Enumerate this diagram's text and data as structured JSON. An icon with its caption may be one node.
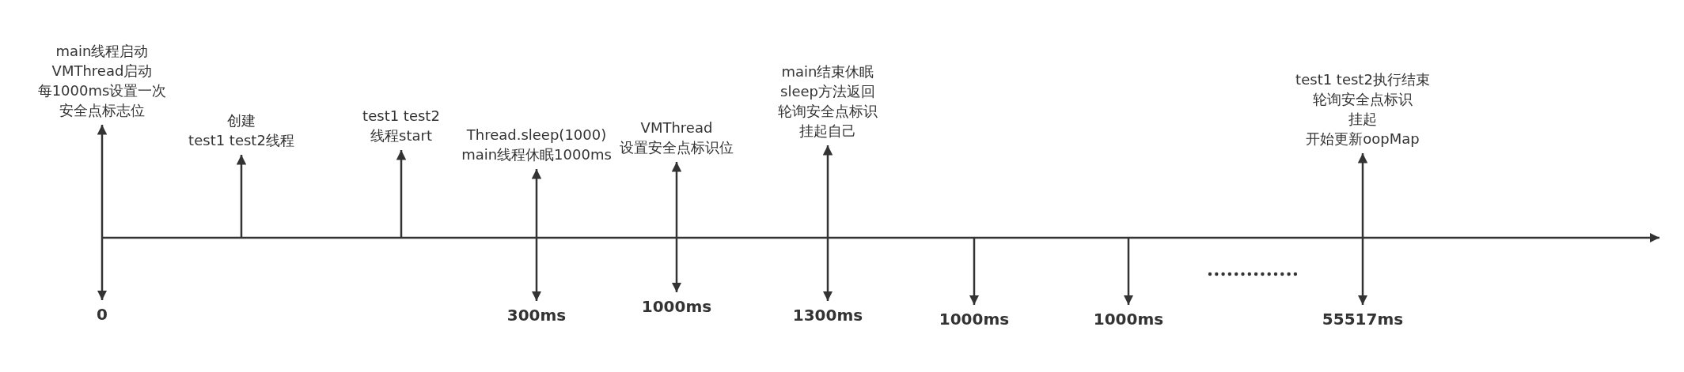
{
  "diagram": {
    "nodes": [
      {
        "text": [
          "main线程启动",
          "VMThread启动",
          "每1000ms设置一次",
          "安全点标志位"
        ]
      },
      {
        "text": [
          "创建",
          "test1 test2线程"
        ]
      },
      {
        "text": [
          "test1 test2",
          "线程start"
        ]
      },
      {
        "text": [
          "Thread.sleep(1000)",
          "main线程休眠1000ms"
        ]
      },
      {
        "text": [
          "VMThread",
          "设置安全点标识位"
        ]
      },
      {
        "text": [
          "main结束休眠",
          "sleep方法返回",
          "轮询安全点标识",
          "挂起自己"
        ]
      },
      {
        "text": [
          "test1 test2执行结束",
          "轮询安全点标识",
          "挂起",
          "开始更新oopMap"
        ]
      },
      {
        "text": [
          "0"
        ]
      },
      {
        "text": [
          "300ms"
        ]
      },
      {
        "text": [
          "1000ms"
        ]
      },
      {
        "text": [
          "1300ms"
        ]
      },
      {
        "text": [
          "1000ms"
        ]
      },
      {
        "text": [
          "1000ms"
        ]
      },
      {
        "text": [
          "55517ms"
        ]
      }
    ],
    "edges": [
      {
        "from": 7,
        "to": 0,
        "arrow": "both"
      },
      {
        "from": null,
        "to": 1,
        "arrow": "to"
      },
      {
        "from": null,
        "to": 2,
        "arrow": "to"
      },
      {
        "from": 8,
        "to": 3,
        "arrow": "both"
      },
      {
        "from": 9,
        "to": 4,
        "arrow": "both"
      },
      {
        "from": 10,
        "to": 5,
        "arrow": "both"
      },
      {
        "from": null,
        "to": 11,
        "arrow": "to"
      },
      {
        "from": null,
        "to": 12,
        "arrow": "to"
      },
      {
        "from": 13,
        "to": 6,
        "arrow": "both"
      }
    ]
  }
}
